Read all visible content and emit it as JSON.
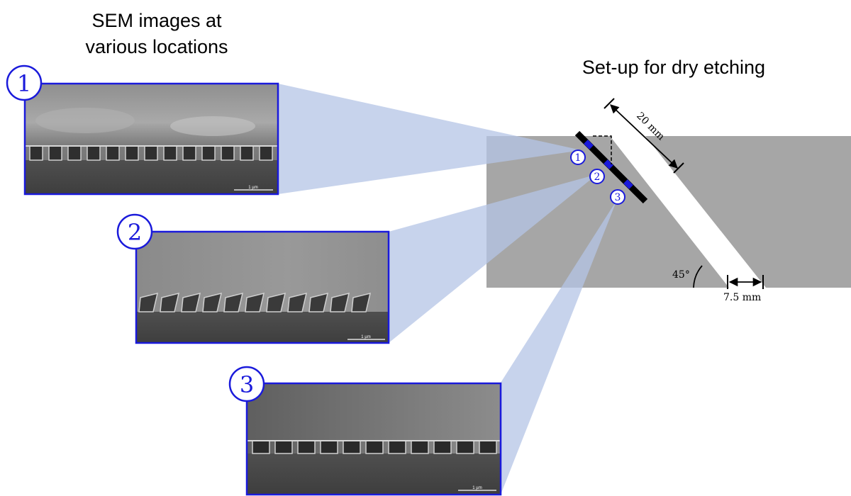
{
  "left_title": {
    "line1": "SEM images at",
    "line2": "various locations"
  },
  "right_title": "Set-up for dry etching",
  "sem_panels": [
    {
      "number": "1",
      "scale_label": "1 µm"
    },
    {
      "number": "2",
      "scale_label": "1 µm"
    },
    {
      "number": "3",
      "scale_label": "1 µm"
    }
  ],
  "setup": {
    "length_label": "20 mm",
    "gap_label": "7.5 mm",
    "angle_label": "45°",
    "markers": [
      "1",
      "2",
      "3"
    ]
  },
  "colors": {
    "frame_blue": "#1a1adb",
    "connector_fill": "#b4c4e6",
    "chamber_gray": "#a6a6a6",
    "sample_black": "#000000"
  }
}
